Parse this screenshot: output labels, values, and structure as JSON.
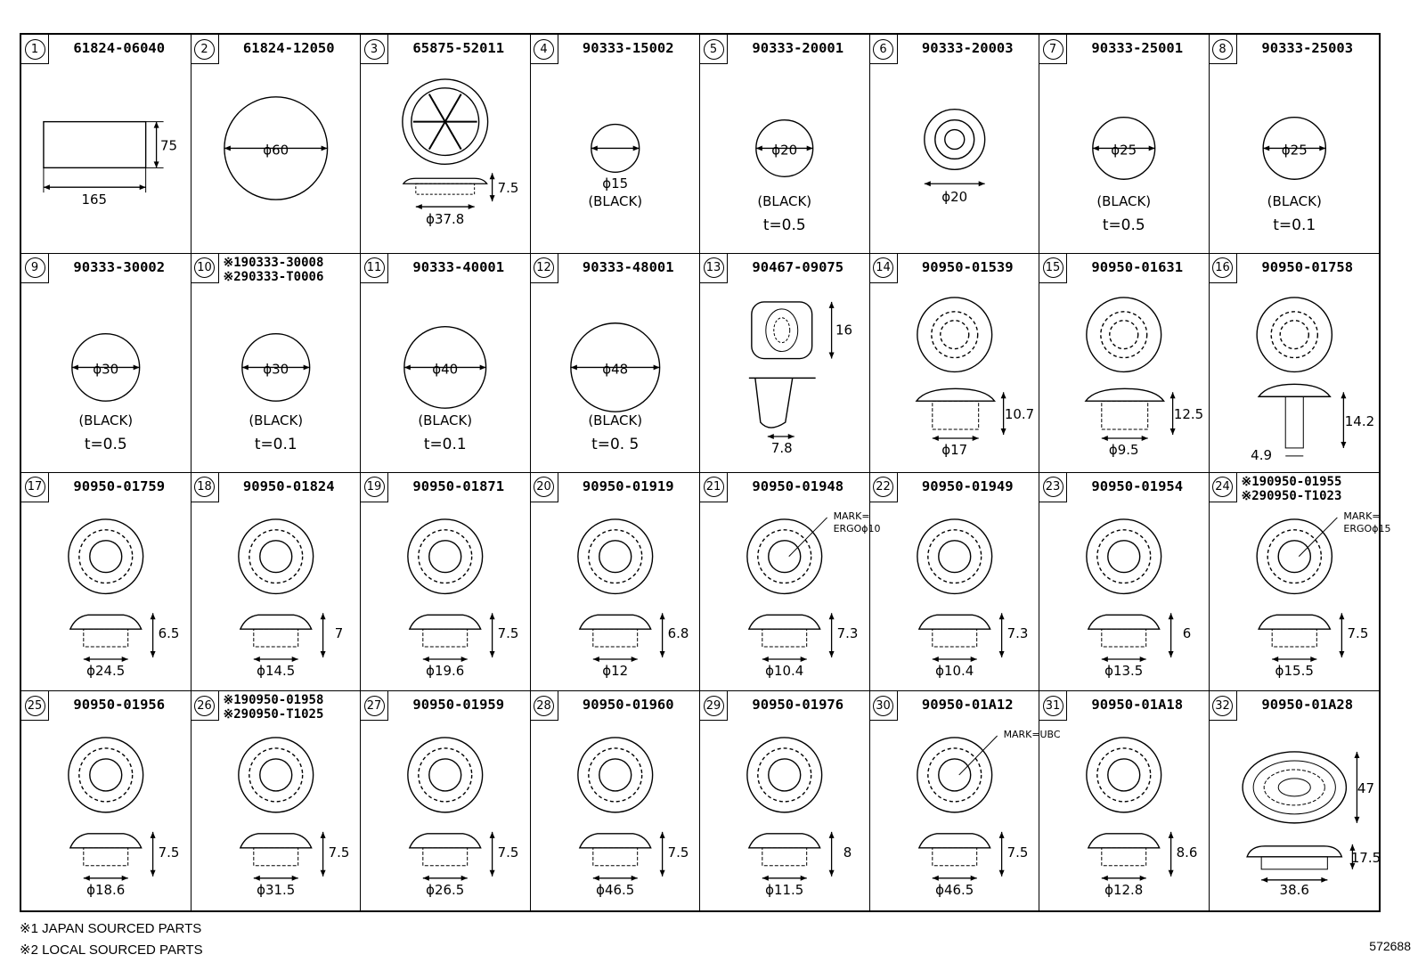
{
  "parts": [
    {
      "num": "1",
      "pn": "61824-06040",
      "kind": "rect",
      "labels": {
        "w": "165",
        "h": "75"
      }
    },
    {
      "num": "2",
      "pn": "61824-12050",
      "kind": "disc",
      "labels": {
        "d": "ϕ60"
      },
      "r": 58
    },
    {
      "num": "3",
      "pn": "65875-52011",
      "kind": "spoked",
      "labels": {
        "d": "ϕ37.8",
        "h": "7.5"
      }
    },
    {
      "num": "4",
      "pn": "90333-15002",
      "kind": "disc",
      "labels": {
        "d": "ϕ15",
        "color": "(BLACK)"
      },
      "r": 27
    },
    {
      "num": "5",
      "pn": "90333-20001",
      "kind": "disc",
      "labels": {
        "d": "ϕ20",
        "color": "(BLACK)",
        "t": "t=0.5"
      },
      "r": 32
    },
    {
      "num": "6",
      "pn": "90333-20003",
      "kind": "ring",
      "labels": {
        "d": "ϕ20"
      }
    },
    {
      "num": "7",
      "pn": "90333-25001",
      "kind": "disc",
      "labels": {
        "d": "ϕ25",
        "color": "(BLACK)",
        "t": "t=0.5"
      },
      "r": 35
    },
    {
      "num": "8",
      "pn": "90333-25003",
      "kind": "disc",
      "labels": {
        "d": "ϕ25",
        "color": "(BLACK)",
        "t": "t=0.1"
      },
      "r": 35
    },
    {
      "num": "9",
      "pn": "90333-30002",
      "kind": "disc",
      "labels": {
        "d": "ϕ30",
        "color": "(BLACK)",
        "t": "t=0.5"
      },
      "r": 38
    },
    {
      "num": "10",
      "pn_lines": [
        "※190333-30008",
        "※290333-T0006"
      ],
      "kind": "disc",
      "labels": {
        "d": "ϕ30",
        "color": "(BLACK)",
        "t": "t=0.1"
      },
      "r": 38
    },
    {
      "num": "11",
      "pn": "90333-40001",
      "kind": "disc",
      "labels": {
        "d": "ϕ40",
        "color": "(BLACK)",
        "t": "t=0.1"
      },
      "r": 46
    },
    {
      "num": "12",
      "pn": "90333-48001",
      "kind": "disc",
      "labels": {
        "d": "ϕ48",
        "color": "(BLACK)",
        "t": "t=0. 5"
      },
      "r": 50
    },
    {
      "num": "13",
      "pn": "90467-09075",
      "kind": "clip",
      "labels": {
        "h": "16",
        "d": "7.8"
      }
    },
    {
      "num": "14",
      "pn": "90950-01539",
      "kind": "grommet",
      "labels": {
        "h": "10.7",
        "d": "ϕ17"
      }
    },
    {
      "num": "15",
      "pn": "90950-01631",
      "kind": "grommet",
      "labels": {
        "h": "12.5",
        "d": "ϕ9.5"
      }
    },
    {
      "num": "16",
      "pn": "90950-01758",
      "kind": "pin",
      "labels": {
        "h": "14.2",
        "w": "4.9"
      }
    },
    {
      "num": "17",
      "pn": "90950-01759",
      "kind": "plug",
      "labels": {
        "h": "6.5",
        "d": "ϕ24.5"
      }
    },
    {
      "num": "18",
      "pn": "90950-01824",
      "kind": "plug",
      "labels": {
        "h": "7",
        "d": "ϕ14.5"
      }
    },
    {
      "num": "19",
      "pn": "90950-01871",
      "kind": "plug",
      "labels": {
        "h": "7.5",
        "d": "ϕ19.6"
      }
    },
    {
      "num": "20",
      "pn": "90950-01919",
      "kind": "plug",
      "labels": {
        "h": "6.8",
        "d": "ϕ12"
      }
    },
    {
      "num": "21",
      "pn": "90950-01948",
      "kind": "plug",
      "labels": {
        "h": "7.3",
        "d": "ϕ10.4",
        "mark": "MARK=",
        "mark2": "ERGOϕ10"
      }
    },
    {
      "num": "22",
      "pn": "90950-01949",
      "kind": "plug",
      "labels": {
        "h": "7.3",
        "d": "ϕ10.4"
      }
    },
    {
      "num": "23",
      "pn": "90950-01954",
      "kind": "plug",
      "labels": {
        "h": "6",
        "d": "ϕ13.5"
      }
    },
    {
      "num": "24",
      "pn_lines": [
        "※190950-01955",
        "※290950-T1023"
      ],
      "kind": "plug",
      "labels": {
        "h": "7.5",
        "d": "ϕ15.5",
        "mark": "MARK=",
        "mark2": "ERGOϕ15"
      }
    },
    {
      "num": "25",
      "pn": "90950-01956",
      "kind": "plug",
      "labels": {
        "h": "7.5",
        "d": "ϕ18.6"
      }
    },
    {
      "num": "26",
      "pn_lines": [
        "※190950-01958",
        "※290950-T1025"
      ],
      "kind": "plug",
      "labels": {
        "h": "7.5",
        "d": "ϕ31.5"
      }
    },
    {
      "num": "27",
      "pn": "90950-01959",
      "kind": "plug",
      "labels": {
        "h": "7.5",
        "d": "ϕ26.5"
      }
    },
    {
      "num": "28",
      "pn": "90950-01960",
      "kind": "plug",
      "labels": {
        "h": "7.5",
        "d": "ϕ46.5"
      }
    },
    {
      "num": "29",
      "pn": "90950-01976",
      "kind": "plug",
      "labels": {
        "h": "8",
        "d": "ϕ11.5"
      }
    },
    {
      "num": "30",
      "pn": "90950-01A12",
      "kind": "plug",
      "labels": {
        "h": "7.5",
        "d": "ϕ46.5",
        "mark": "MARK=UBC"
      }
    },
    {
      "num": "31",
      "pn": "90950-01A18",
      "kind": "plug",
      "labels": {
        "h": "8.6",
        "d": "ϕ12.8"
      }
    },
    {
      "num": "32",
      "pn": "90950-01A28",
      "kind": "oval",
      "labels": {
        "h": "47",
        "h2": "17.5",
        "d": "38.6"
      }
    }
  ],
  "footnotes": {
    "note1": "※1 JAPAN SOURCED PARTS",
    "note2": "※2 LOCAL SOURCED PARTS"
  },
  "ref_number": "572688"
}
